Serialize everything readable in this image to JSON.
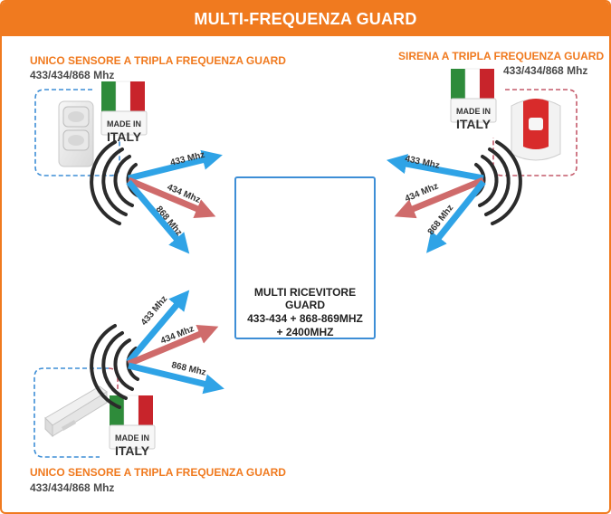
{
  "header": {
    "title": "MULTI-FREQUENZA GUARD"
  },
  "sensor_top": {
    "title": "UNICO SENSORE A TRIPLA FREQUENZA GUARD",
    "frequencies": "433/434/868 Mhz"
  },
  "siren": {
    "title": "SIRENA A TRIPLA FREQUENZA GUARD",
    "frequencies": "433/434/868 Mhz"
  },
  "sensor_bottom": {
    "title": "UNICO SENSORE A TRIPLA FREQUENZA GUARD",
    "frequencies": "433/434/868 Mhz"
  },
  "receiver": {
    "line1": "MULTI RICEVITORE",
    "line2": "GUARD",
    "line3": "433-434 + 868-869MHZ",
    "line4": "+ 2400MHZ"
  },
  "badge": {
    "line1": "MADE IN",
    "line2": "ITALY"
  },
  "signals": {
    "f433": "433 Mhz",
    "f434": "434 Mhz",
    "f868": "868 Mhz"
  },
  "colors": {
    "brand": "#f07a1f",
    "blue_arrow": "#2fa3e6",
    "red_arrow": "#cf6b6b",
    "flag_green": "#2e8b3a",
    "flag_red": "#c8242b",
    "box_blue": "#3d8ed6"
  },
  "icons": [
    "italy-flag-icon",
    "signal-waves-icon",
    "motion-sensor-icon",
    "siren-icon",
    "receiver-icon",
    "magnetic-contact-icon"
  ]
}
